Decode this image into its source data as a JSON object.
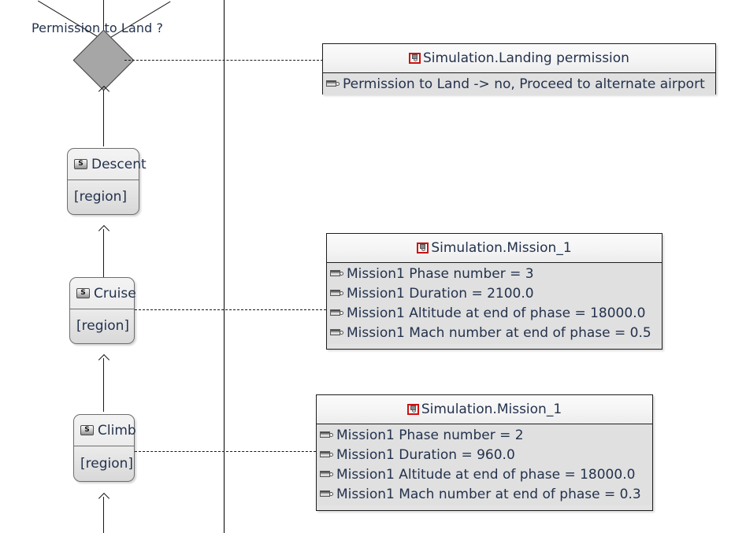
{
  "diagram": {
    "type": "uml-state-machine",
    "decision": {
      "label": "Permission to Land ?",
      "shape": "diamond",
      "fill": "#a6a6a6",
      "stroke": "#3c3c3c"
    },
    "states": [
      {
        "name": "Descent",
        "region": "[region]",
        "icon": "state-icon",
        "icon_glyph": "S"
      },
      {
        "name": "Cruise",
        "region": "[region]",
        "icon": "state-icon",
        "icon_glyph": "S"
      },
      {
        "name": "Climb",
        "region": "[region]",
        "icon": "state-icon",
        "icon_glyph": "S"
      }
    ],
    "notes": [
      {
        "title": "Simulation.Landing permission",
        "title_icon": "simulation-icon",
        "rows": [
          "Permission to Land -> no, Proceed to alternate airport"
        ],
        "row_icon": "slot-icon"
      },
      {
        "title": "Simulation.Mission_1",
        "title_icon": "simulation-icon",
        "rows": [
          "Mission1 Phase number = 3",
          "Mission1 Duration = 2100.0",
          "Mission1 Altitude at end of phase = 18000.0",
          "Mission1 Mach number at end of phase = 0.5"
        ],
        "row_icon": "slot-icon"
      },
      {
        "title": "Simulation.Mission_1",
        "title_icon": "simulation-icon",
        "rows": [
          "Mission1 Phase number = 2",
          "Mission1 Duration = 960.0",
          "Mission1 Altitude at end of phase = 18000.0",
          "Mission1 Mach number at end of phase = 0.3"
        ],
        "row_icon": "slot-icon"
      }
    ],
    "colors": {
      "text": "#23324d",
      "note_fill": "#e0e0e0",
      "note_header_fill": "#f6f6f6",
      "state_fill": "#e8e8e8",
      "decision_fill": "#a6a6a6",
      "line": "#1a1a1a",
      "sim_icon": "#cc1111"
    }
  }
}
